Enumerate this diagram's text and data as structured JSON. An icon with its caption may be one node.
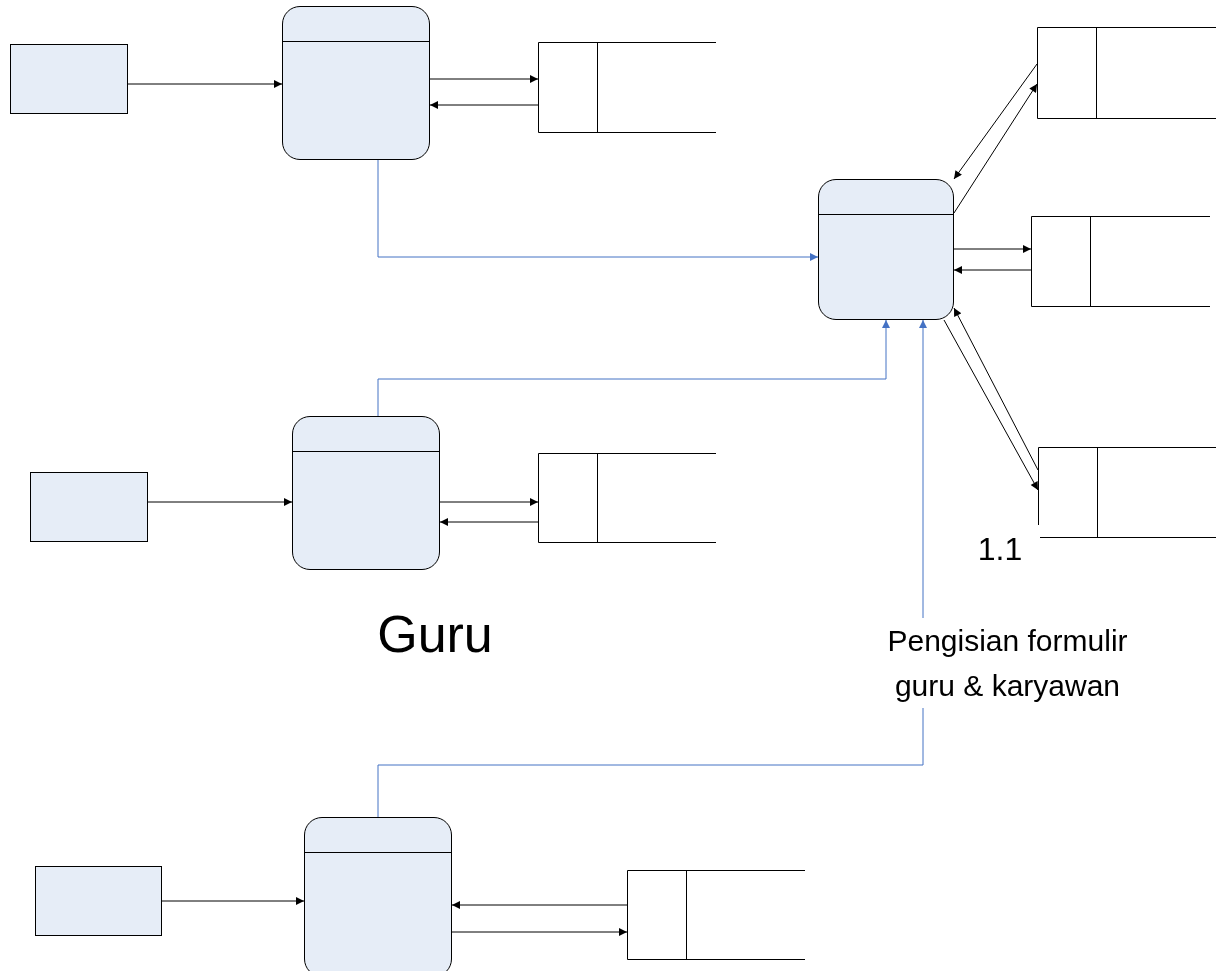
{
  "diagram": {
    "nodes": [
      {
        "text": [],
        "shape": "box"
      },
      {
        "text": [],
        "shape": "rounded"
      },
      {
        "text": [],
        "shape": "store"
      },
      {
        "text": [],
        "shape": "rounded"
      },
      {
        "text": [],
        "shape": "store"
      },
      {
        "text": [],
        "shape": "store"
      },
      {
        "text": [],
        "shape": "store"
      },
      {
        "text": [],
        "shape": "box"
      },
      {
        "text": [],
        "shape": "rounded"
      },
      {
        "text": [],
        "shape": "store"
      },
      {
        "text": [],
        "shape": "box"
      },
      {
        "text": [],
        "shape": "rounded"
      },
      {
        "text": [],
        "shape": "store"
      }
    ],
    "edges": [
      {
        "from": 0,
        "to": 1,
        "arrow": "to"
      },
      {
        "from": 1,
        "to": 2,
        "arrow": "to"
      },
      {
        "from": 2,
        "to": 1,
        "arrow": "to"
      },
      {
        "from": 1,
        "to": 3,
        "arrow": "to",
        "color": "#4472c4"
      },
      {
        "from": 8,
        "to": 3,
        "arrow": "to",
        "color": "#4472c4"
      },
      {
        "from": 11,
        "to": 3,
        "arrow": "to",
        "color": "#4472c4"
      },
      {
        "from": 3,
        "to": 4,
        "arrow": "to"
      },
      {
        "from": 4,
        "to": 3,
        "arrow": "to"
      },
      {
        "from": 3,
        "to": 5,
        "arrow": "to"
      },
      {
        "from": 5,
        "to": 3,
        "arrow": "to"
      },
      {
        "from": 6,
        "to": 3,
        "arrow": "to"
      },
      {
        "from": 3,
        "to": 6,
        "arrow": "to"
      },
      {
        "from": 7,
        "to": 8,
        "arrow": "to"
      },
      {
        "from": 8,
        "to": 9,
        "arrow": "to"
      },
      {
        "from": 9,
        "to": 8,
        "arrow": "to"
      },
      {
        "from": 10,
        "to": 11,
        "arrow": "to"
      },
      {
        "from": 12,
        "to": 11,
        "arrow": "to"
      },
      {
        "from": 11,
        "to": 12,
        "arrow": "to"
      }
    ],
    "labels": [
      "1.1",
      "Guru",
      "Pengisian formulir guru & karyawan"
    ]
  }
}
